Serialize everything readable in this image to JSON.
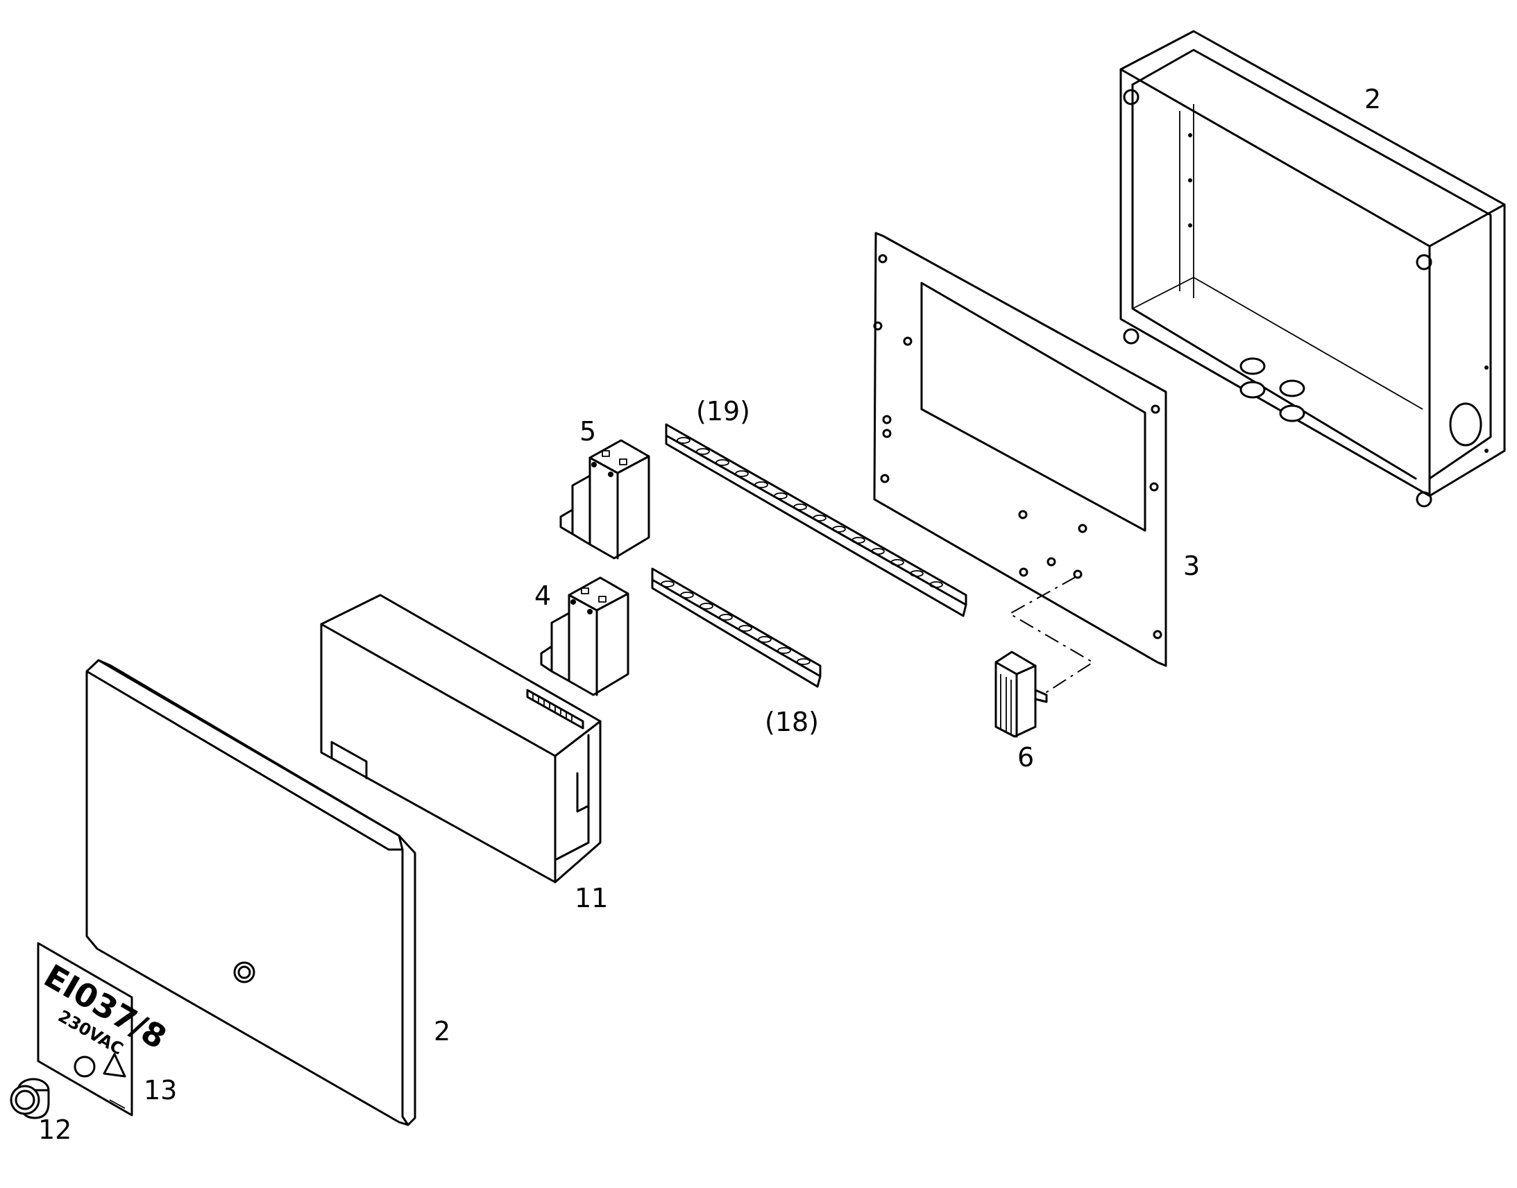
{
  "callouts": {
    "enclosure_back": "2",
    "mounting_plate": "3",
    "rail_upper": "(19)",
    "breaker_upper": "5",
    "breaker_lower": "4",
    "rail_lower": "(18)",
    "terminal_component": "6",
    "control_module": "11",
    "front_cover": "2",
    "name_plate": "13",
    "plug": "12"
  },
  "name_plate": {
    "model": "EI037/8",
    "voltage": "230VAC"
  }
}
